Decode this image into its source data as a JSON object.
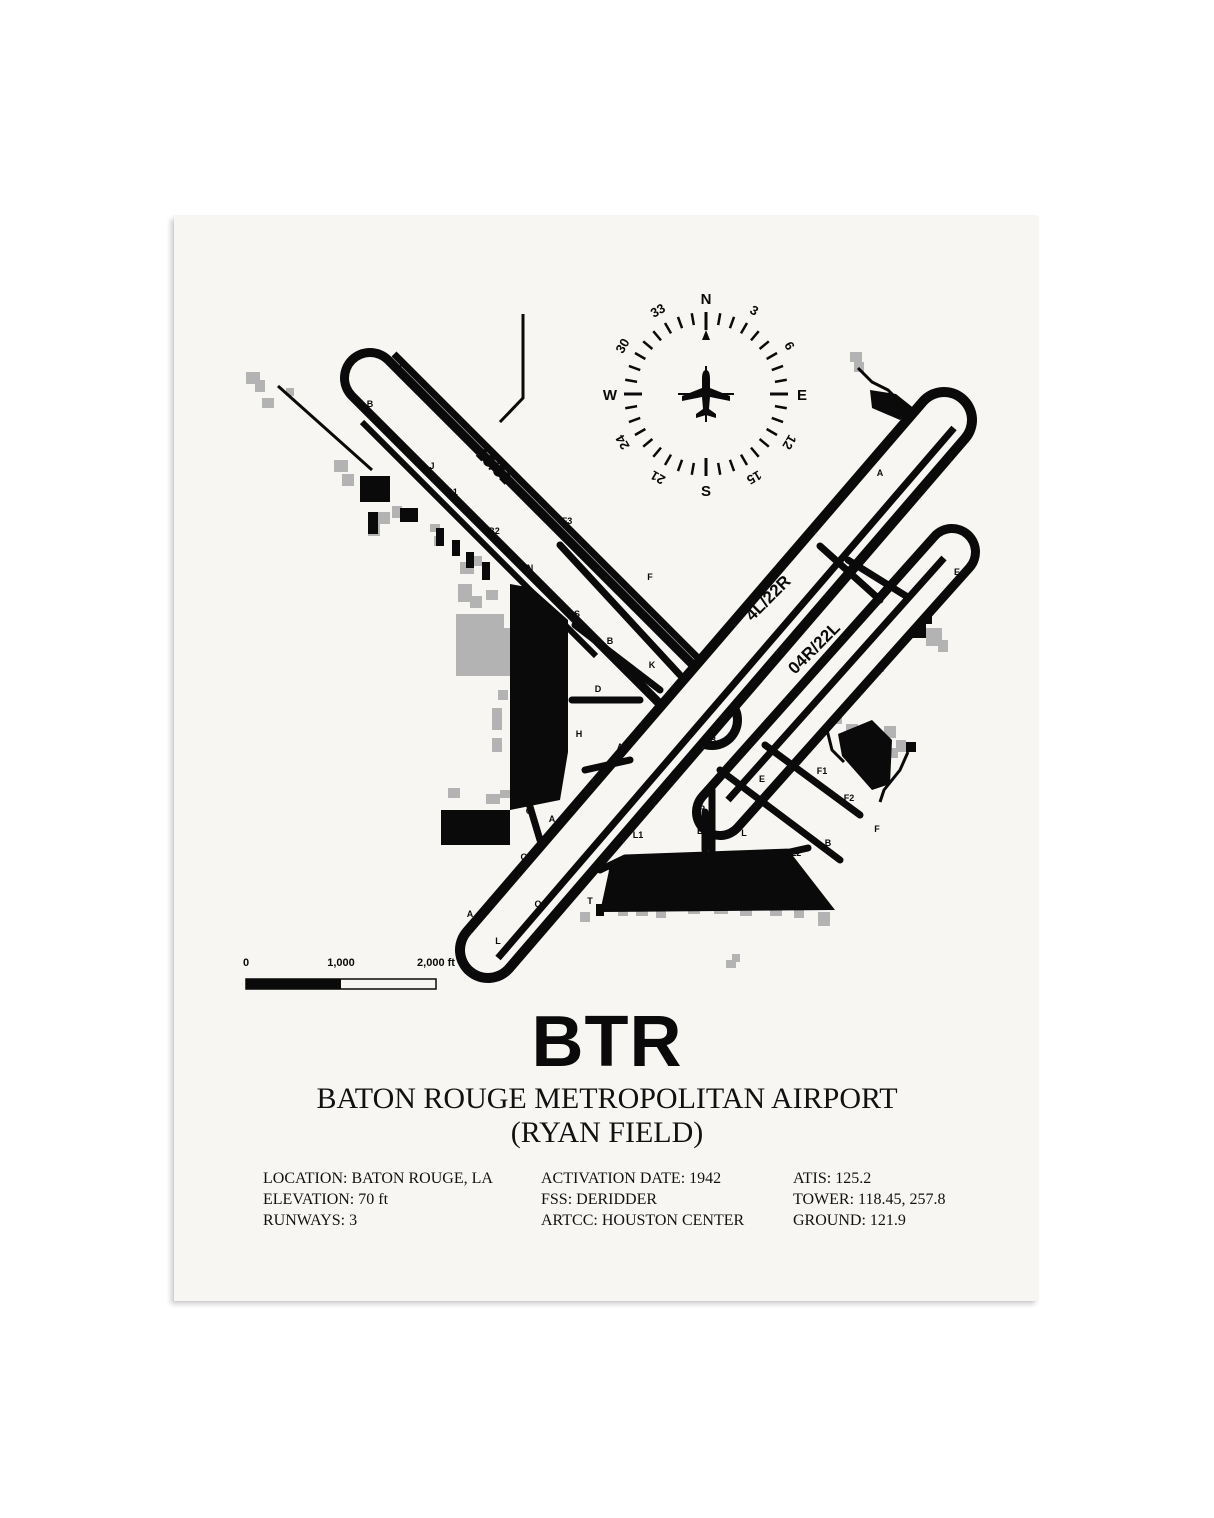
{
  "airport": {
    "code": "BTR",
    "name_line1": "BATON ROUGE METROPOLITAN AIRPORT",
    "name_line2": "(RYAN FIELD)"
  },
  "info": {
    "col1": [
      "LOCATION: BATON ROUGE, LA",
      "ELEVATION: 70 ft",
      "RUNWAYS: 3"
    ],
    "col2": [
      "ACTIVATION DATE: 1942",
      "FSS: DERIDDER",
      "ARTCC: HOUSTON CENTER"
    ],
    "col3": [
      "ATIS: 125.2",
      "TOWER: 118.45, 257.8",
      "GROUND: 121.9"
    ]
  },
  "runways": [
    {
      "id": "13/31",
      "label": "13/31"
    },
    {
      "id": "4L/22R",
      "label": "4L/22R"
    },
    {
      "id": "04R/22L",
      "label": "04R/22L"
    }
  ],
  "compass": {
    "cardinals": [
      "N",
      "E",
      "S",
      "W"
    ],
    "numbers": [
      "3",
      "6",
      "12",
      "15",
      "21",
      "24",
      "30",
      "33"
    ],
    "icon": "airplane-icon"
  },
  "scale_bar": {
    "labels": [
      "0",
      "1,000",
      "2,000 ft"
    ]
  },
  "taxiway_labels": [
    "F",
    "B",
    "J",
    "B1",
    "B2",
    "N",
    "F3",
    "F",
    "S",
    "B",
    "K",
    "D",
    "H",
    "A",
    "B",
    "C",
    "A",
    "Q",
    "Q",
    "A",
    "L",
    "L",
    "L1",
    "P",
    "E",
    "L",
    "E",
    "F1",
    "F2",
    "F",
    "B",
    "L2",
    "A",
    "G",
    "E",
    "T"
  ],
  "colors": {
    "pavement": "#0a0a0a",
    "buildings": "#b3b3b3",
    "poster_background": "#f8f6f3"
  }
}
